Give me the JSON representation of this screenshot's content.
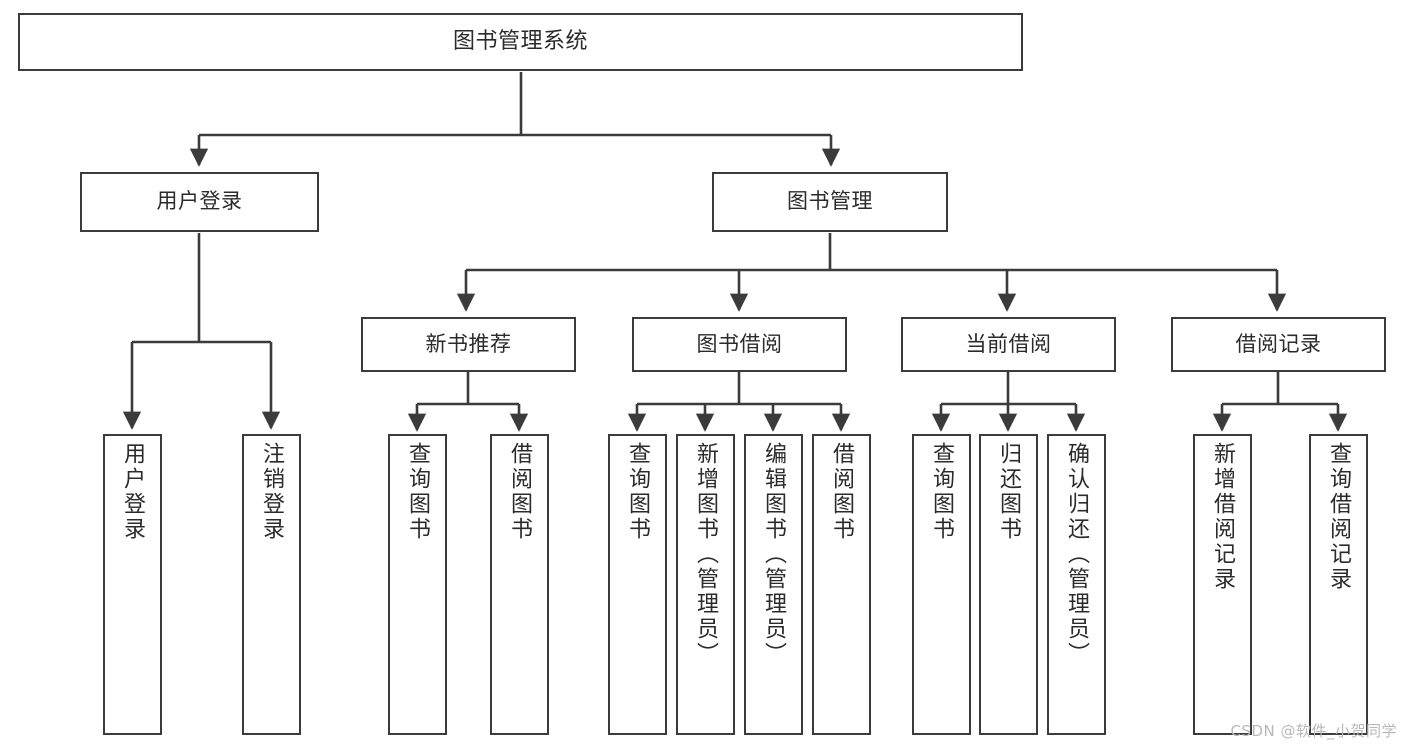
{
  "diagram": {
    "title": "图书管理系统",
    "type": "tree-hierarchy-diagram",
    "background_color": "#ffffff",
    "stroke_color": "#3b3b3b",
    "text_color": "#2b2b2b"
  },
  "nodes": {
    "root": {
      "label": "图书管理系统"
    },
    "level2": [
      {
        "id": "user-login",
        "label": "用户登录"
      },
      {
        "id": "book-manage",
        "label": "图书管理"
      }
    ],
    "level3": [
      {
        "id": "new-book-recommend",
        "label": "新书推荐"
      },
      {
        "id": "book-borrow",
        "label": "图书借阅"
      },
      {
        "id": "current-borrow",
        "label": "当前借阅"
      },
      {
        "id": "borrow-record",
        "label": "借阅记录"
      }
    ],
    "leaves": {
      "user_login": [
        {
          "id": "leaf-user-login",
          "label": "用户登录"
        },
        {
          "id": "leaf-logout",
          "label": "注销登录"
        }
      ],
      "new_book_recommend": [
        {
          "id": "leaf-query-book-1",
          "label": "查询图书"
        },
        {
          "id": "leaf-borrow-book-1",
          "label": "借阅图书"
        }
      ],
      "book_borrow": [
        {
          "id": "leaf-query-book-2",
          "label": "查询图书"
        },
        {
          "id": "leaf-add-book",
          "label": "新增图书（管理员）"
        },
        {
          "id": "leaf-edit-book",
          "label": "编辑图书（管理员）"
        },
        {
          "id": "leaf-borrow-book-2",
          "label": "借阅图书"
        }
      ],
      "current_borrow": [
        {
          "id": "leaf-query-book-3",
          "label": "查询图书"
        },
        {
          "id": "leaf-return-book",
          "label": "归还图书"
        },
        {
          "id": "leaf-confirm-return",
          "label": "确认归还（管理员）"
        }
      ],
      "borrow_record": [
        {
          "id": "leaf-add-record",
          "label": "新增借阅记录"
        },
        {
          "id": "leaf-query-record",
          "label": "查询借阅记录"
        }
      ]
    }
  },
  "watermark": {
    "text": "CSDN @软件_小贺同学"
  }
}
